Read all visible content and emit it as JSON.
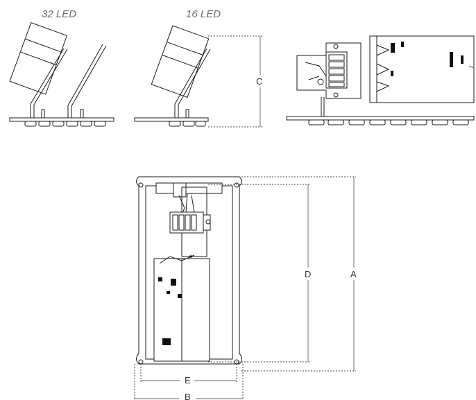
{
  "captions": {
    "led32": "32 LED",
    "led16": "16 LED"
  },
  "dimensions": {
    "a": "A",
    "b": "B",
    "c": "C",
    "d": "D",
    "e": "E"
  }
}
